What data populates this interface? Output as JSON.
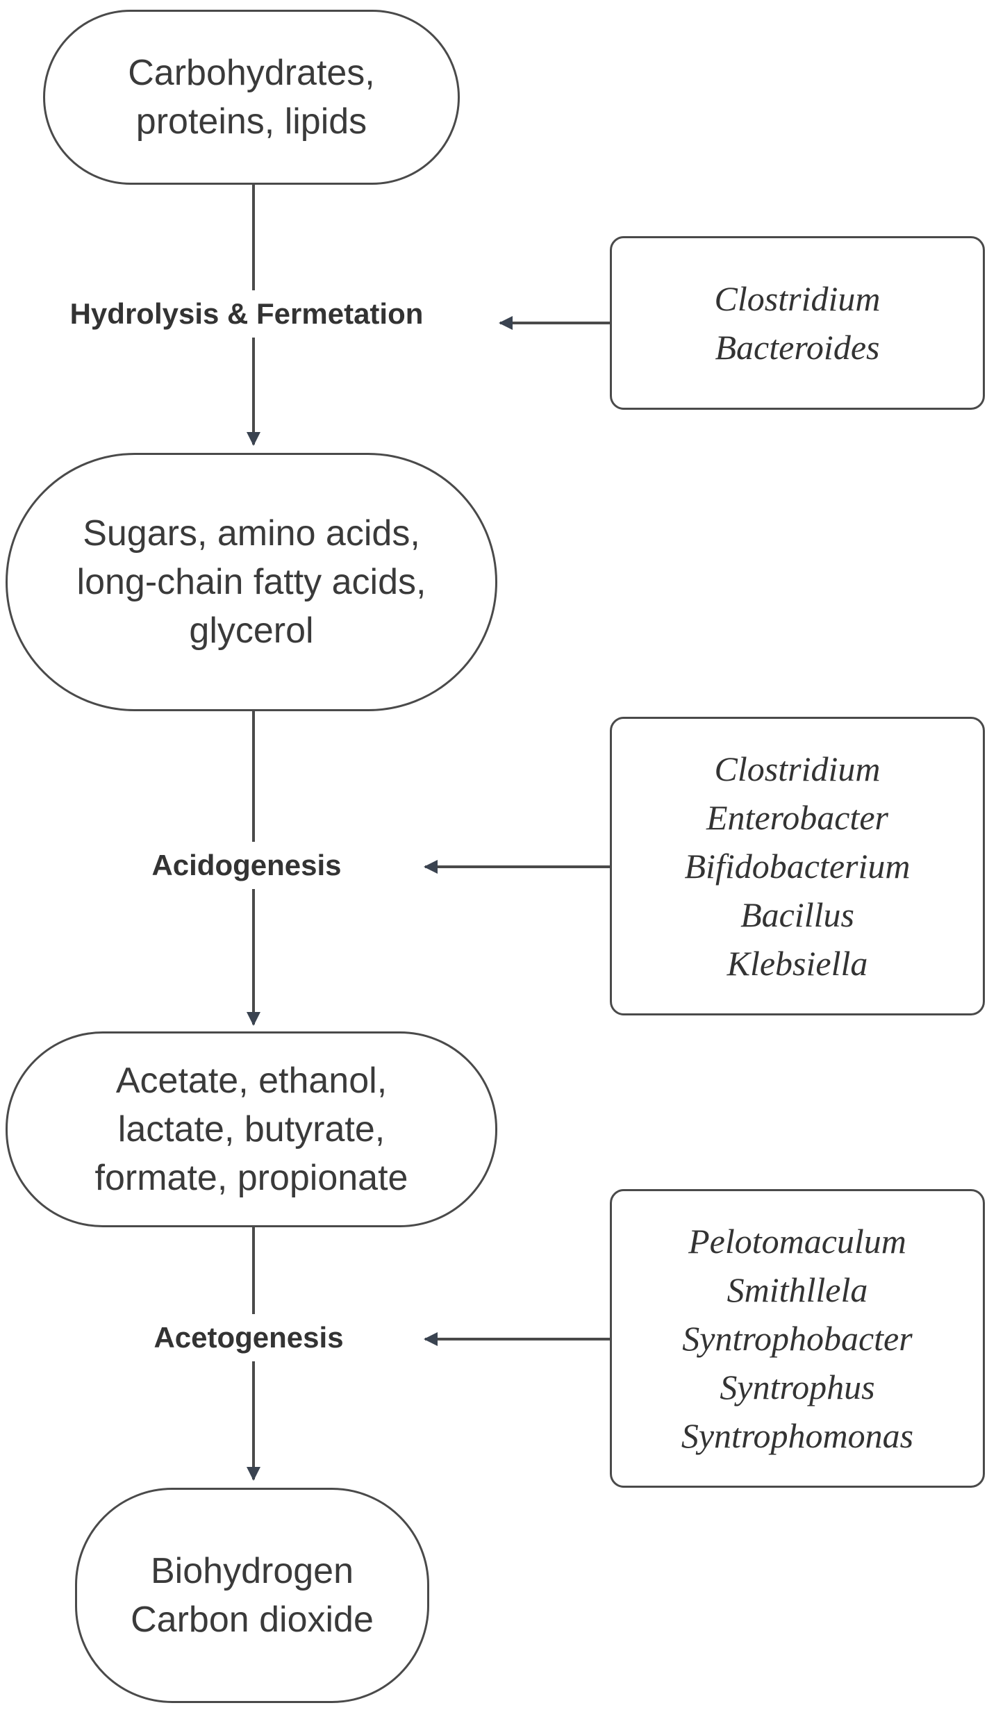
{
  "nodes": {
    "substrates": [
      "Carbohydrates,",
      "proteins, lipids"
    ],
    "hydrolysis_products": [
      "Sugars, amino acids,",
      "long-chain fatty acids,",
      "glycerol"
    ],
    "acidogenesis_products": [
      "Acetate, ethanol,",
      "lactate, butyrate,",
      "formate, propionate"
    ],
    "final_products": [
      "Biohydrogen",
      "Carbon dioxide"
    ]
  },
  "stages": {
    "hydrolysis": "Hydrolysis & Fermetation",
    "acidogenesis": "Acidogenesis",
    "acetogenesis": "Acetogenesis"
  },
  "organisms": {
    "hydrolysis": [
      "Clostridium",
      "Bacteroides"
    ],
    "acidogenesis": [
      "Clostridium",
      "Enterobacter",
      "Bifidobacterium",
      "Bacillus",
      "Klebsiella"
    ],
    "acetogenesis": [
      "Pelotomaculum",
      "Smithllela",
      "Syntrophobacter",
      "Syntrophus",
      "Syntrophomonas"
    ]
  },
  "colors": {
    "stroke": "#4a4a4a",
    "arrow": "#3a4350",
    "text": "#333333"
  }
}
